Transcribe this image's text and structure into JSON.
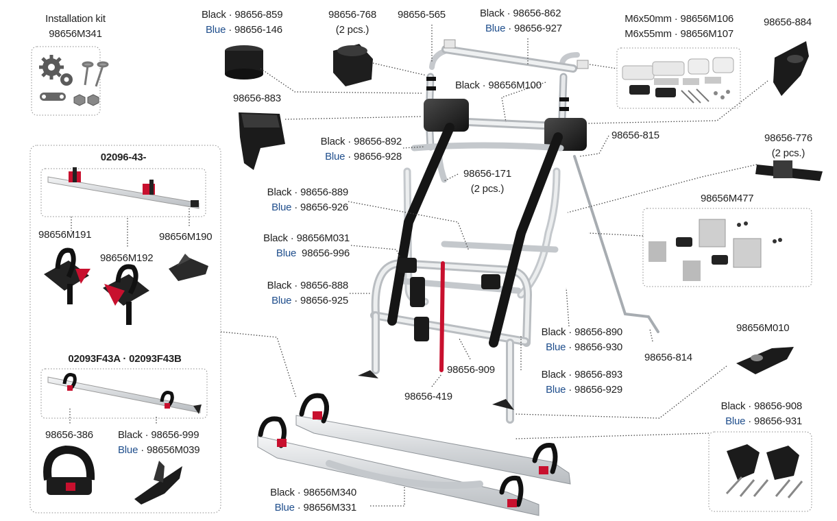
{
  "colors": {
    "blue_label": "#1f4e8c",
    "accent_red": "#c8102e",
    "frame": "#c9ccd0",
    "strap": "#1a1a1a"
  },
  "kit": {
    "name": "Installation kit",
    "code": "98656M341"
  },
  "sets": {
    "rail_a": {
      "code": "02096-43-",
      "parts": [
        "98656M191",
        "98656M192",
        "98656M190"
      ]
    },
    "rail_b": {
      "code": "02093F43A · 02093F43B",
      "part_strap": "98656-386",
      "black": "Black · 98656-999",
      "blue_kw": "Blue",
      "blue": " · 98656M039"
    }
  },
  "parts": {
    "p859": {
      "black": "Black · 98656-859",
      "blue_kw": "Blue",
      "blue": " · 98656-146"
    },
    "p768": {
      "code": "98656-768",
      "qty": "(2 pcs.)"
    },
    "p565": {
      "code": "98656-565"
    },
    "p862": {
      "black": "Black · 98656-862",
      "blue_kw": "Blue",
      "blue": " · 98656-927"
    },
    "screws": {
      "line1": "M6x50mm · 98656M106",
      "line2": "M6x55mm · 98656M107"
    },
    "p884": {
      "code": "98656-884"
    },
    "p883": {
      "code": "98656-883"
    },
    "pM100": {
      "black": "Black · 98656M100"
    },
    "p815": {
      "code": "98656-815"
    },
    "p776": {
      "code": "98656-776",
      "qty": "(2 pcs.)"
    },
    "p892": {
      "black": "Black · 98656-892",
      "blue_kw": "Blue",
      "blue": " · 98656-928"
    },
    "p171": {
      "code": "98656-171",
      "qty": "(2 pcs.)"
    },
    "pM477": {
      "code": "98656M477"
    },
    "p889": {
      "black": "Black · 98656-889",
      "blue_kw": "Blue",
      "blue": " · 98656-926"
    },
    "pM031": {
      "black": "Black · 98656M031",
      "blue_kw": "Blue",
      "blue": "  98656-996"
    },
    "p888": {
      "black": "Black · 98656-888",
      "blue_kw": "Blue",
      "blue": " · 98656-925"
    },
    "p890": {
      "black": "Black · 98656-890",
      "blue_kw": "Blue",
      "blue": " · 98656-930"
    },
    "p814": {
      "code": "98656-814"
    },
    "pM010": {
      "code": "98656M010"
    },
    "p909": {
      "code": "98656-909"
    },
    "p419": {
      "code": "98656-419"
    },
    "p893": {
      "black": "Black · 98656-893",
      "blue_kw": "Blue",
      "blue": " · 98656-929"
    },
    "p908": {
      "black": "Black · 98656-908",
      "blue_kw": "Blue",
      "blue": " · 98656-931"
    },
    "pM340": {
      "black": "Black · 98656M340",
      "blue_kw": "Blue",
      "blue": " · 98656M331"
    }
  }
}
